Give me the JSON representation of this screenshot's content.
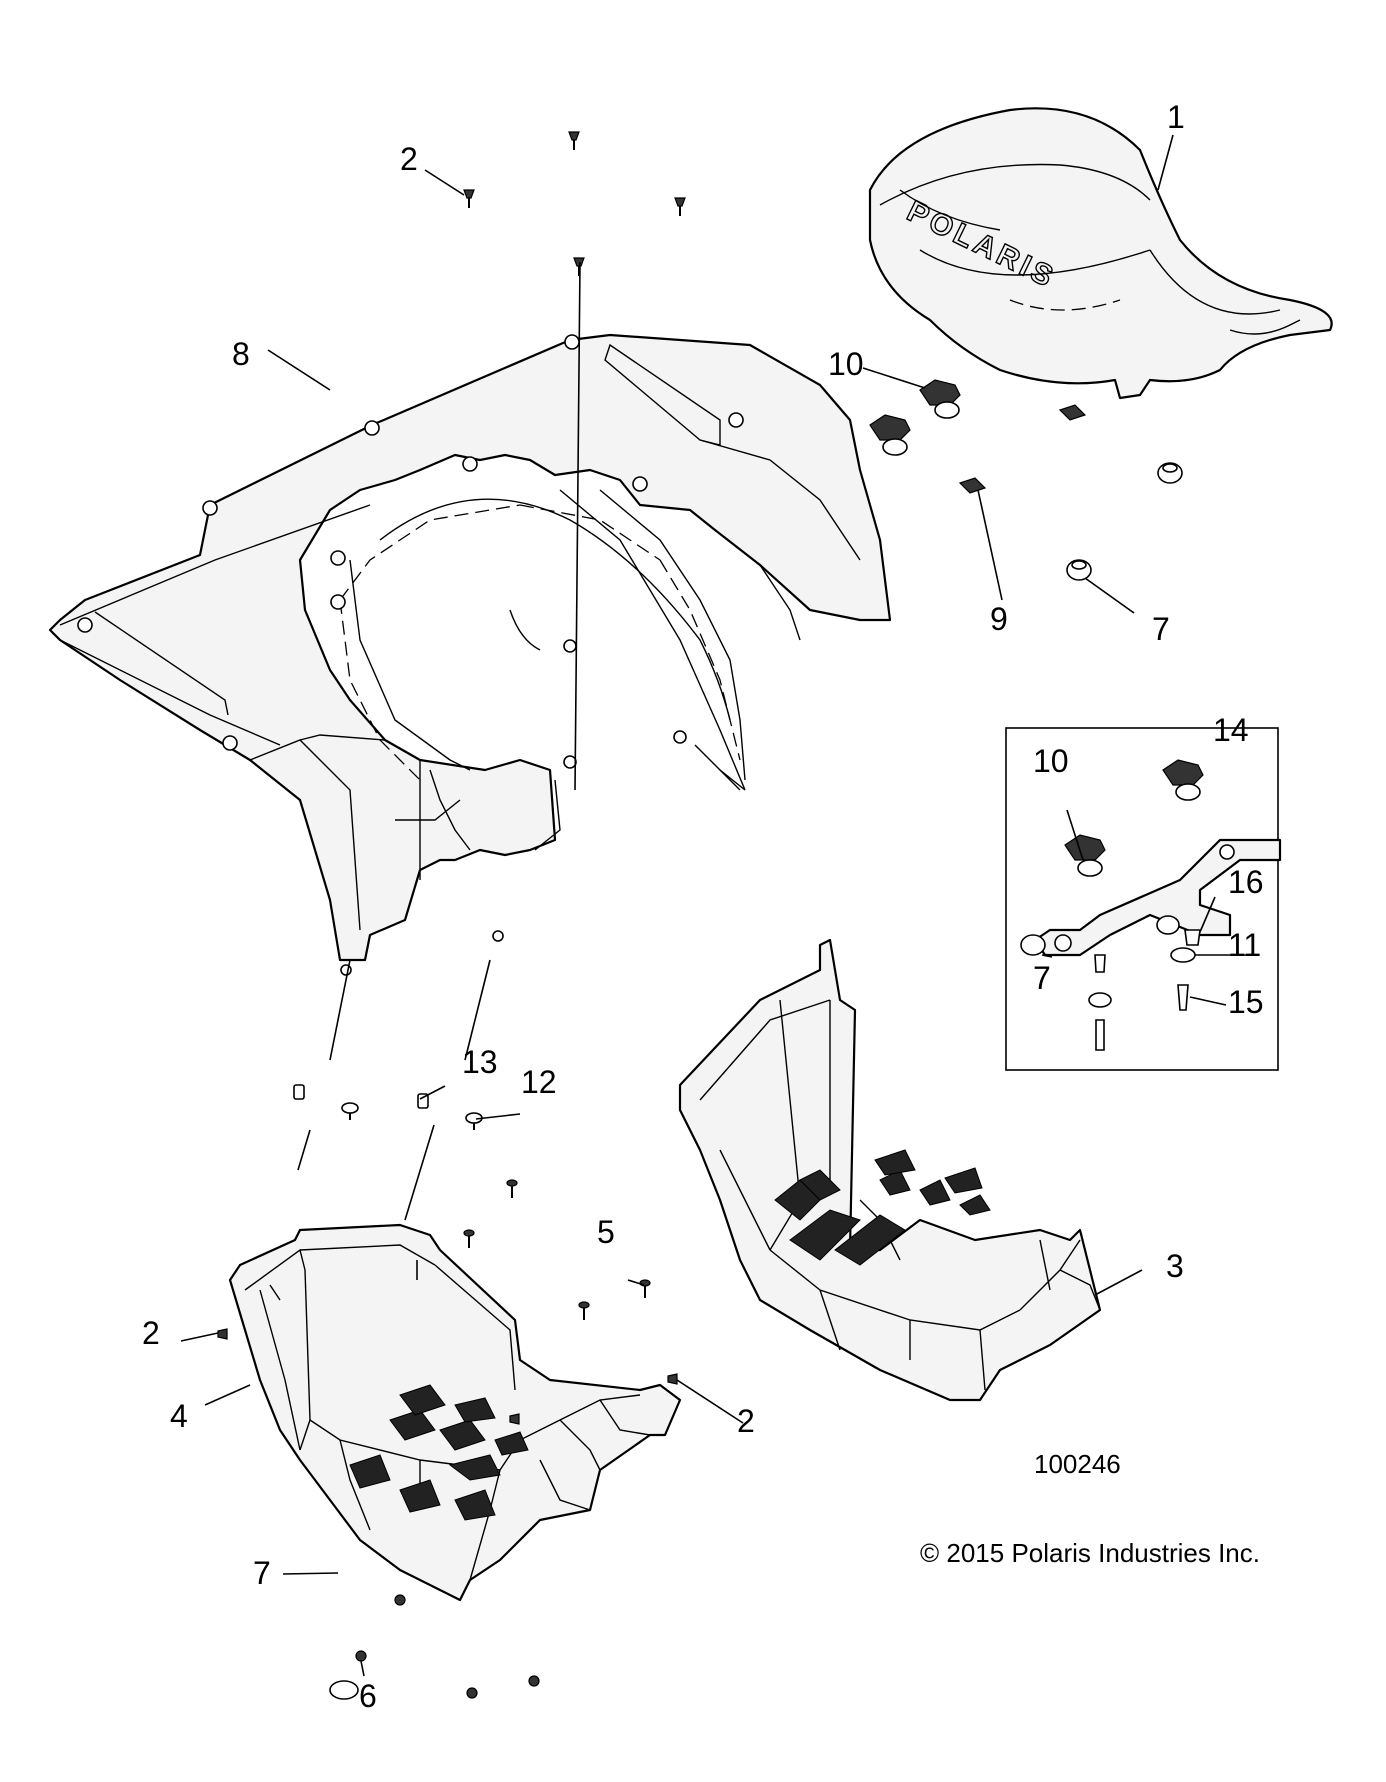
{
  "diagram": {
    "figure_number": "100246",
    "copyright": "© 2015 Polaris Industries Inc.",
    "seat_brand": "POLARIS",
    "callouts": {
      "seat": "1",
      "fastener_top": "2",
      "fastener_left": "2",
      "fastener_right": "2",
      "footwell_right": "3",
      "footwell_left": "4",
      "screw": "5",
      "nut": "6",
      "grommet_upper": "7",
      "grommet_kit": "7",
      "grommet_lower": "7",
      "rear_rack_cover": "8",
      "clip": "9",
      "latch_upper": "10",
      "latch_kit": "10",
      "washer": "11",
      "push_rivet": "12",
      "spring_nut": "13",
      "latch_kit_box": "14",
      "stud": "15",
      "spacer": "16"
    }
  }
}
